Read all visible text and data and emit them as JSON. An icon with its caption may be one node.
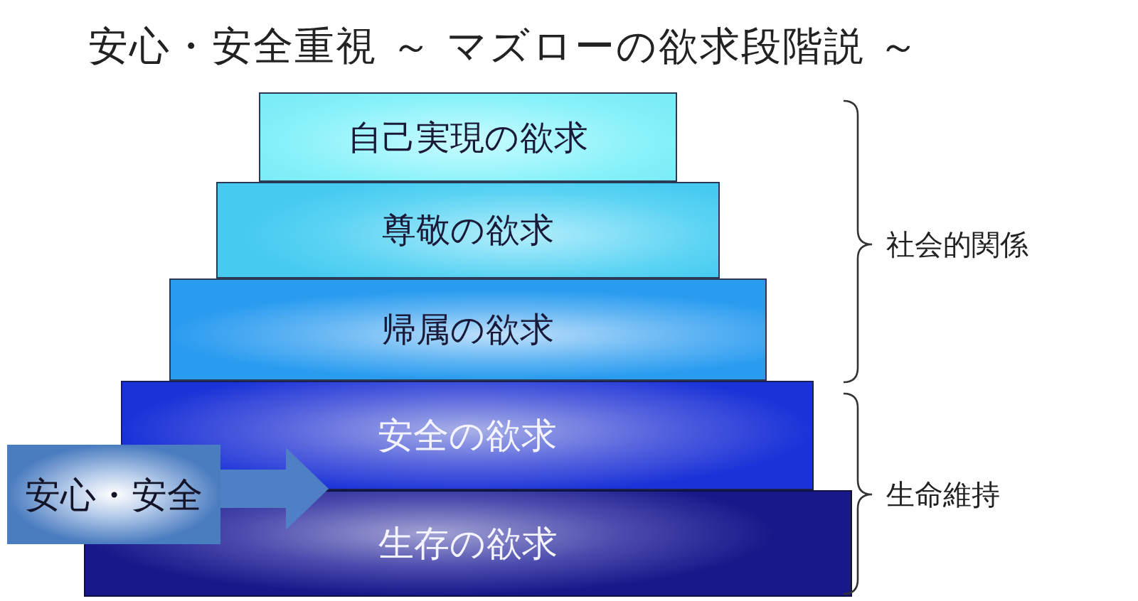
{
  "diagram": {
    "title": "安心・安全重視 ～ マズローの欲求段階説 ～",
    "nodes": [
      {
        "text": [
          "自己実現の欲求"
        ]
      },
      {
        "text": [
          "尊敬の欲求"
        ]
      },
      {
        "text": [
          "帰属の欲求"
        ]
      },
      {
        "text": [
          "安全の欲求"
        ]
      },
      {
        "text": [
          "生存の欲求"
        ]
      },
      {
        "text": [
          "安心・安全"
        ]
      }
    ],
    "edges": [
      {
        "from": 5,
        "to": 3,
        "arrow": "to"
      }
    ],
    "labels": [
      "社会的関係",
      "生命維持"
    ]
  }
}
